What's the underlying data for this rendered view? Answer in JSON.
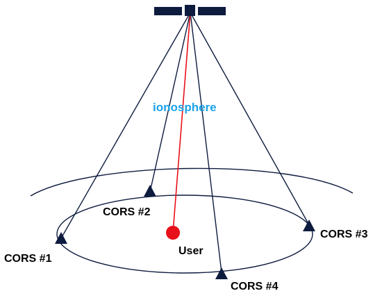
{
  "labels": {
    "ionosphere": "ionosphere",
    "user": "User",
    "cors1": "CORS #1",
    "cors2": "CORS #2",
    "cors3": "CORS #3",
    "cors4": "CORS #4"
  },
  "colors": {
    "line": "#0d1b3e",
    "user": "#e8101a",
    "ionosphere": "#1aa3e8"
  },
  "icons": {
    "satellite": "satellite-icon",
    "station": "triangle-marker",
    "user": "red-dot"
  }
}
